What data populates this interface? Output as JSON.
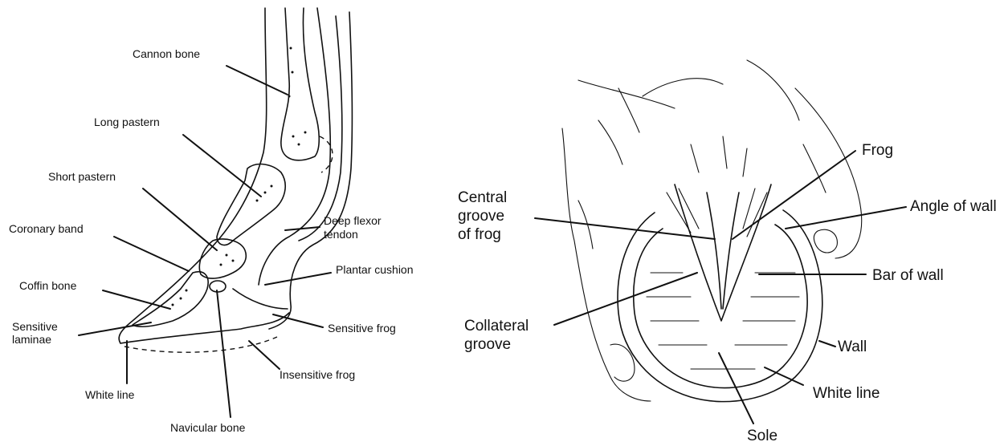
{
  "leg_diagram": {
    "labels": {
      "cannon_bone": "Cannon bone",
      "long_pastern": "Long pastern",
      "short_pastern": "Short pastern",
      "coronary_band": "Coronary band",
      "coffin_bone": "Coffin bone",
      "sensitive_laminae_1": "Sensitive",
      "sensitive_laminae_2": "laminae",
      "white_line": "White line",
      "navicular_bone": "Navicular bone",
      "deep_flexor_1": "Deep flexor",
      "deep_flexor_2": "tendon",
      "plantar_cushion": "Plantar cushion",
      "sensitive_frog": "Sensitive frog",
      "insensitive_frog": "Insensitive frog"
    }
  },
  "hoof_diagram": {
    "labels": {
      "frog": "Frog",
      "central_groove_1": "Central",
      "central_groove_2": "groove",
      "central_groove_3": "of frog",
      "angle_of_wall": "Angle of wall",
      "bar_of_wall": "Bar of wall",
      "collateral_groove_1": "Collateral",
      "collateral_groove_2": "groove",
      "wall": "Wall",
      "white_line": "White line",
      "sole": "Sole"
    }
  }
}
